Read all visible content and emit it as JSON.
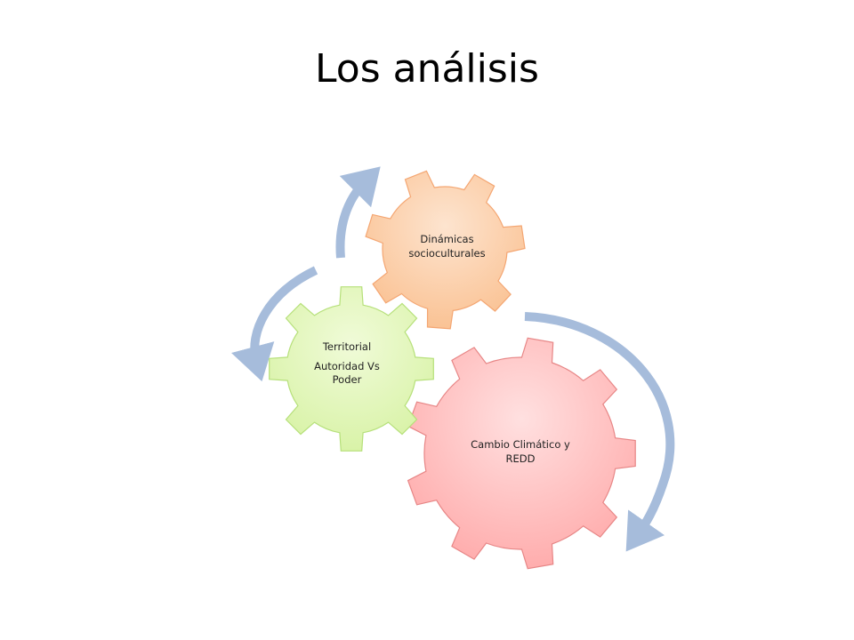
{
  "slide": {
    "title": "Los análisis"
  },
  "gears": {
    "dinamicas": {
      "label": "Dinámicas socioculturales",
      "color": "#FAC090",
      "highlight": "#FDE4CF",
      "stroke": "#F4A672"
    },
    "territorial": {
      "label_line_1": "Territorial",
      "label_line_2": "Autoridad Vs Poder",
      "color": "#D7F2A4",
      "highlight": "#F0FBD8",
      "stroke": "#B6E07A"
    },
    "cambio": {
      "label": "Cambio Climático y REDD",
      "color": "#FFA9A9",
      "highlight": "#FFE0E0",
      "stroke": "#E78686"
    }
  },
  "arrows": {
    "color": "#A6BCDB",
    "count": 3,
    "direction": "clockwise"
  }
}
